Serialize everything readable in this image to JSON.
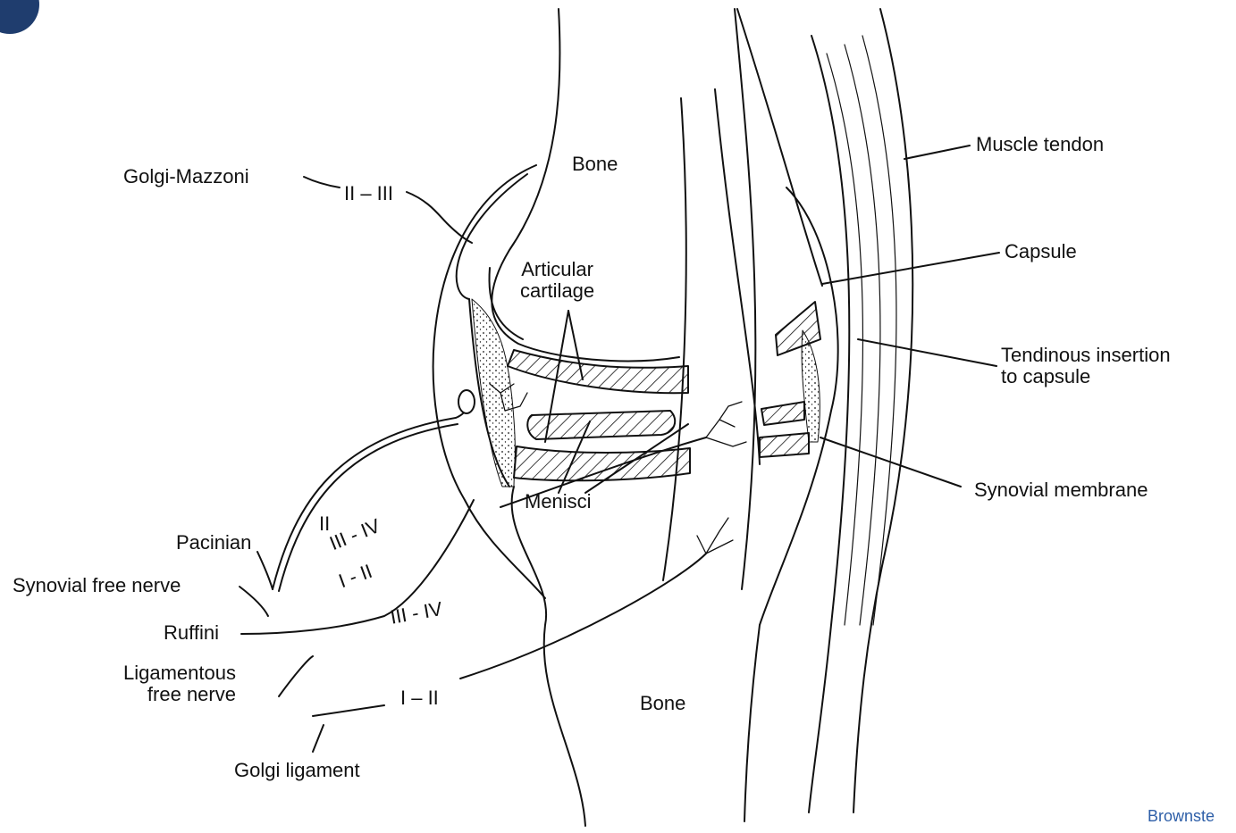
{
  "labels": {
    "bone_top": "Bone",
    "bone_bottom": "Bone",
    "articular_cartilage": "Articular\ncartilage",
    "menisci": "Menisci",
    "muscle_tendon": "Muscle tendon",
    "capsule": "Capsule",
    "tendinous_insertion": "Tendinous insertion\nto capsule",
    "synovial_membrane": "Synovial membrane",
    "golgi_mazzoni": "Golgi-Mazzoni",
    "pacinian": "Pacinian",
    "synovial_free_nerve": "Synovial free nerve",
    "ruffini": "Ruffini",
    "ligamentous_free_nerve": "Ligamentous\nfree nerve",
    "golgi_ligament": "Golgi ligament"
  },
  "fiber_types": {
    "golgi_mazzoni": "II – III",
    "pacinian": "II",
    "synovial_free_nerve": "III - IV",
    "ruffini": "I - II",
    "ligamentous_free_nerve": "III - IV",
    "golgi_ligament": "I – II"
  },
  "source_credit": "Brownste",
  "colors": {
    "ink": "#111111",
    "badge": "#1f3d6e",
    "credit": "#2e5fa8",
    "background": "#ffffff"
  }
}
